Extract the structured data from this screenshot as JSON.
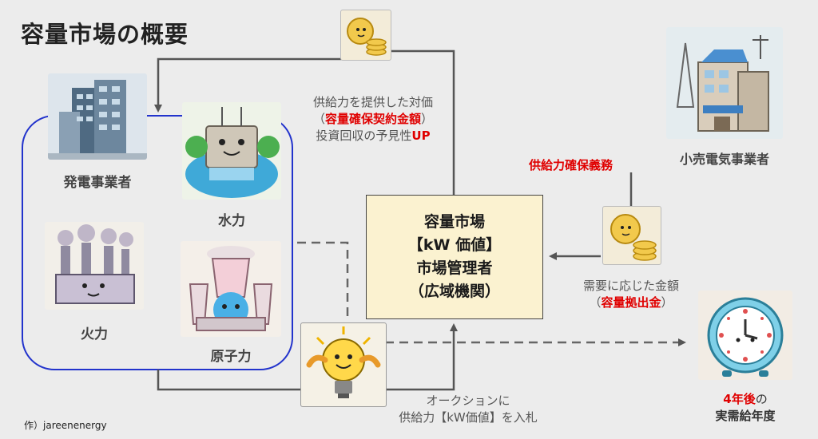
{
  "title": "容量市場の概要",
  "labels": {
    "generator": "発電事業者",
    "hydro": "水力",
    "thermal": "火力",
    "nuclear": "原子力",
    "retailer": "小売電気事業者"
  },
  "market": {
    "line1": "容量市場",
    "line2": "【kW 価値】",
    "line3": "市場管理者",
    "line4": "（広域機関）"
  },
  "payment_note": {
    "line1": "供給力を提供した対価",
    "line2_pre": "（",
    "line2_red": "容量確保契約金額",
    "line2_post": "）",
    "line3_pre": "投資回収の予見性",
    "line3_red": "UP"
  },
  "obligation": "供給力確保義務",
  "contribution_note": {
    "line1": "需要に応じた金額",
    "line2_pre": "（",
    "line2_red": "容量拠出金",
    "line2_post": "）"
  },
  "bid_note": {
    "line1": "オークションに",
    "line2": "供給力【kW価値】を入札"
  },
  "delivery_note": {
    "line1_red": "4年後",
    "line1_post": "の",
    "line2": "実需給年度"
  },
  "credit": "作）jareenenergy",
  "colors": {
    "background": "#ececec",
    "market_box": "#fbf2d0",
    "generator_group_border": "#2233cc",
    "accent_red": "#e00000",
    "arrow": "#555555"
  },
  "icons": [
    "office-building-icon",
    "hydro-dam-icon",
    "thermal-plant-icon",
    "nuclear-plant-icon",
    "coin-stack-icon",
    "retail-company-icon",
    "lightbulb-mascot-icon",
    "clock-icon"
  ]
}
